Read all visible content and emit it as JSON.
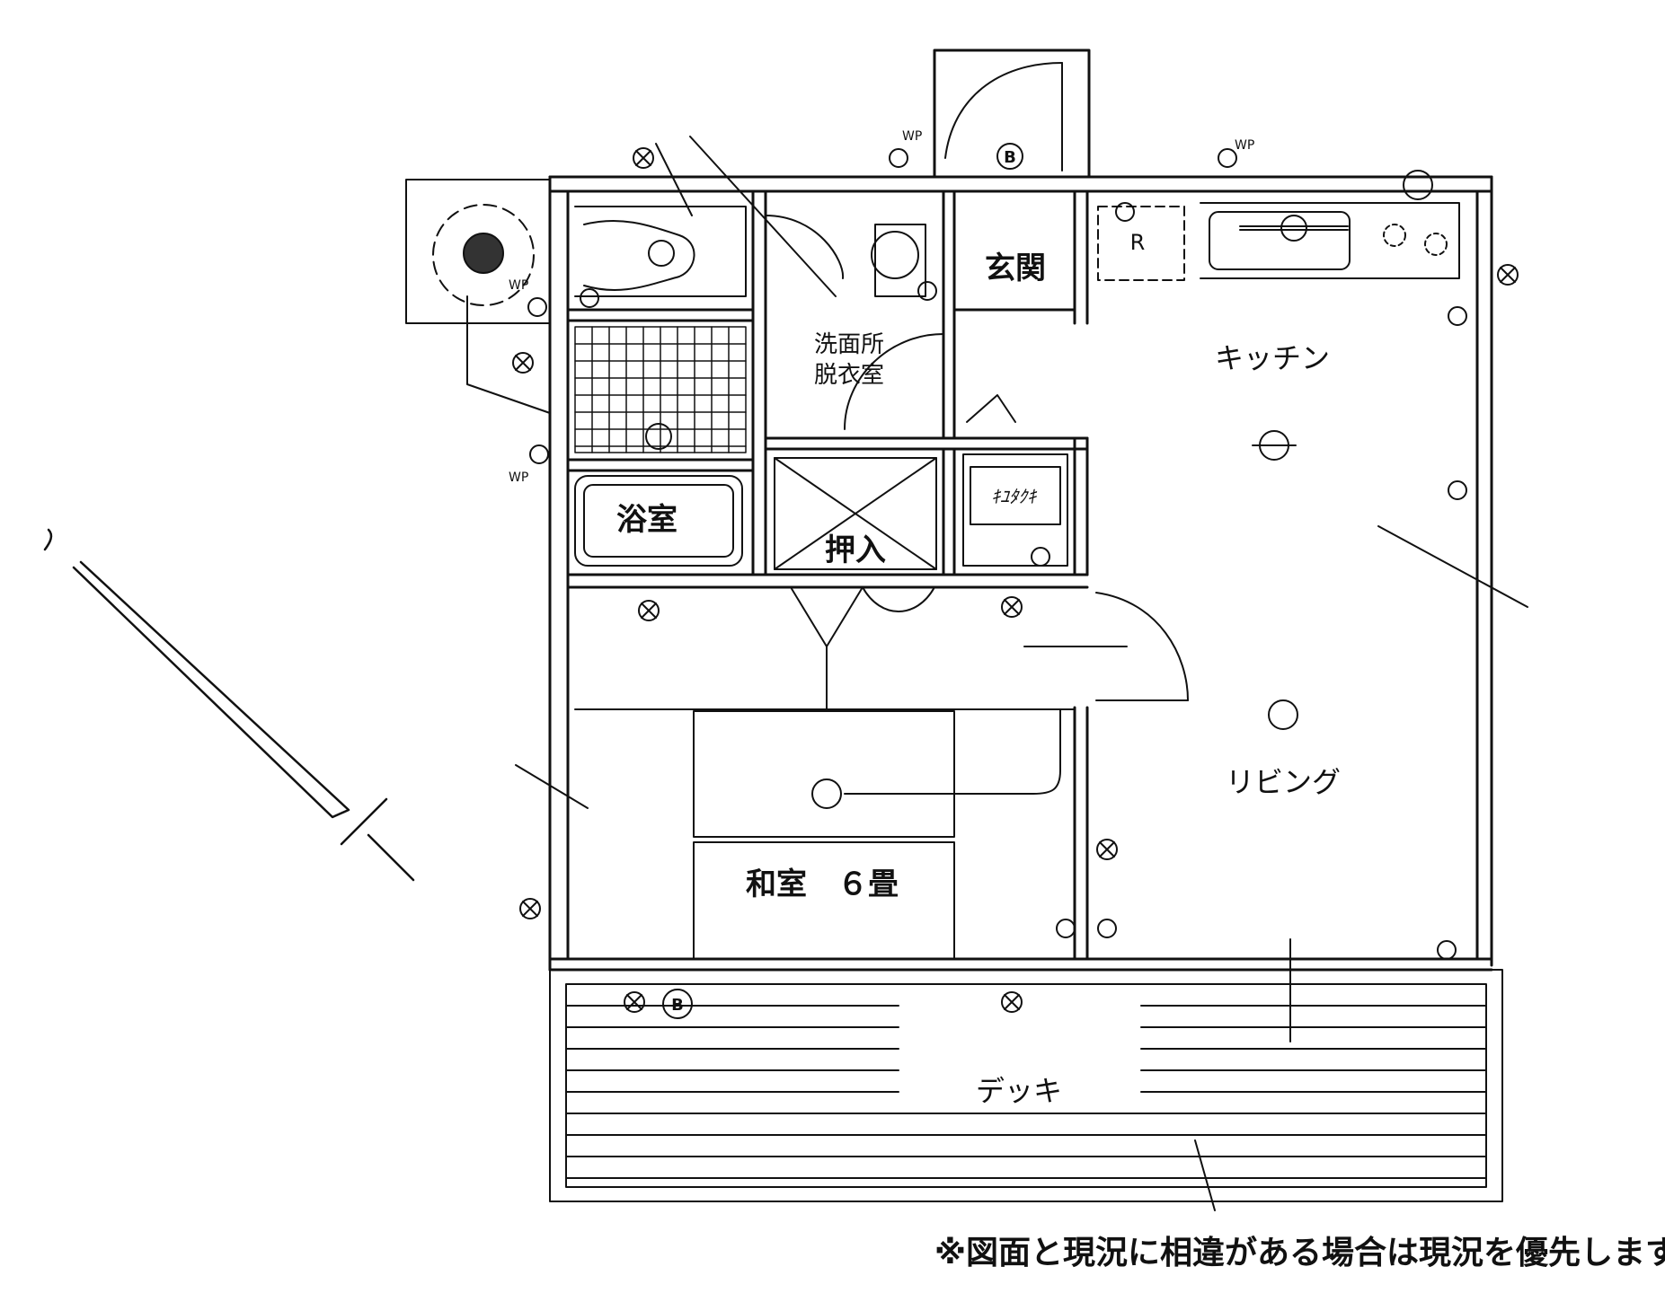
{
  "rooms": {
    "genkan": "玄関",
    "senmenjo_line1": "洗面所",
    "senmenjo_line2": "脱衣室",
    "kitchen": "キッチン",
    "yokushitsu": "浴室",
    "oshiire": "押入",
    "kyutoki": "ｷﾕﾀｸｷ",
    "living": "リビング",
    "washitsu": "和室　６畳",
    "deck": "デッキ",
    "fridge": "R"
  },
  "symbols": {
    "wp": "WP",
    "breaker": "B"
  },
  "note": "※図面と現況に相違がある場合は現況を優先します"
}
